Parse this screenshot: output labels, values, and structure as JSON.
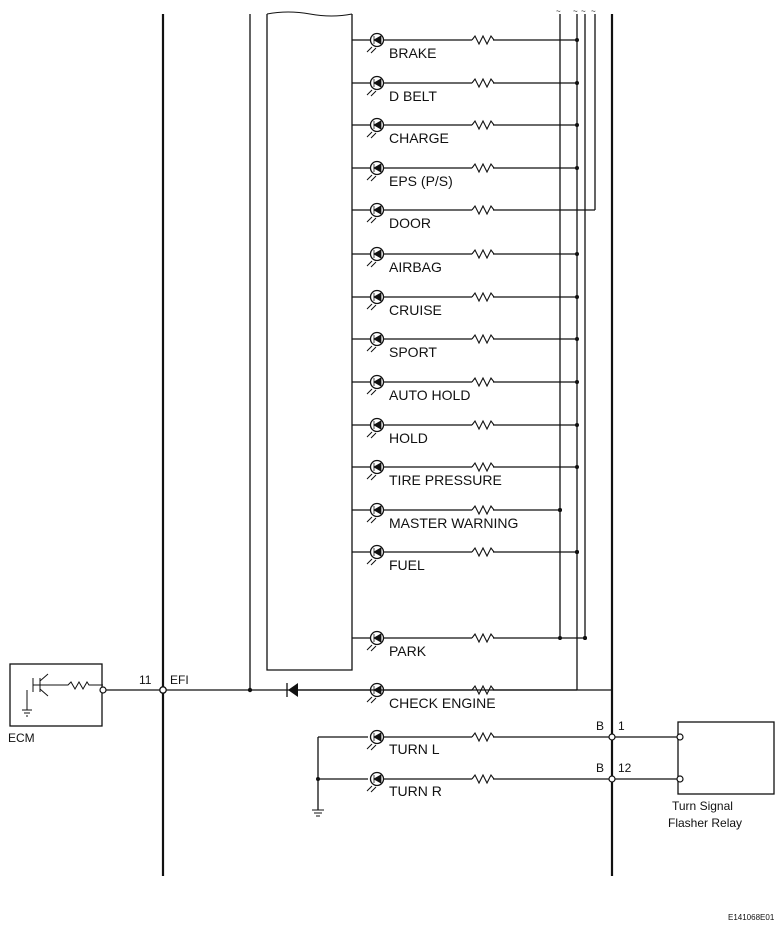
{
  "indicators": [
    {
      "label": "BRAKE"
    },
    {
      "label": "D BELT"
    },
    {
      "label": "CHARGE"
    },
    {
      "label": "EPS (P/S)"
    },
    {
      "label": "DOOR"
    },
    {
      "label": "AIRBAG"
    },
    {
      "label": "CRUISE"
    },
    {
      "label": "SPORT"
    },
    {
      "label": "AUTO HOLD"
    },
    {
      "label": "HOLD"
    },
    {
      "label": "TIRE PRESSURE"
    },
    {
      "label": "MASTER WARNING"
    },
    {
      "label": "FUEL"
    },
    {
      "label": "PARK"
    },
    {
      "label": "CHECK ENGINE"
    }
  ],
  "turn_lamps": [
    {
      "label": "TURN L",
      "connector": "B",
      "pin": "1"
    },
    {
      "label": "TURN R",
      "connector": "B",
      "pin": "12"
    }
  ],
  "ecm": {
    "label": "ECM",
    "pin": "11",
    "terminal": "EFI"
  },
  "relay": {
    "line1": "Turn Signal",
    "line2": "Flasher Relay"
  },
  "figure_id": "E141068E01"
}
